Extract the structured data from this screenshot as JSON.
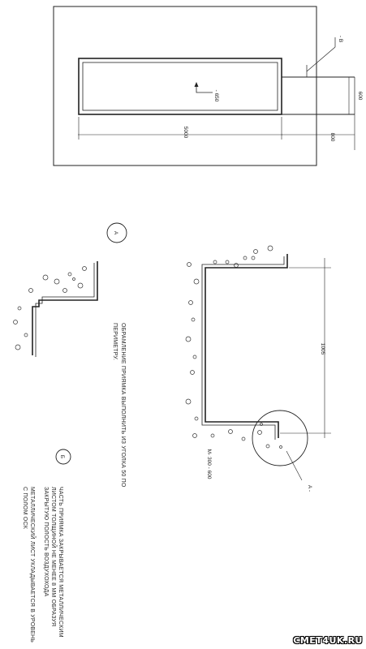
{
  "plan": {
    "dim_length": "5000",
    "dim_width": "600",
    "dim_offset": "800",
    "dim_depth": "- 650",
    "section_marker": "- В"
  },
  "section_a": {
    "marker": "А",
    "callout": "А -",
    "dim_height": "1005",
    "dim_width": "М- 300 - 600"
  },
  "notes": {
    "note_a_line1": "ОБРАМЛЕНИЕ ПРИЯМКА ВЫПОЛНИТЬ ИЗ УГОЛКА 50 ПО",
    "note_a_line2": "ПЕРИМЕТРУ.",
    "marker_b": "Б",
    "note_b_line1": "ЧАСТЬ ПРИЯМКА ЗАКРЫВАЕТСЯ МЕТАЛЛИЧЕСКИМ",
    "note_b_line2": "ЛИСТОМ ТОЛЩИНОЙ НЕ МЕНЕЕ 8 ММ ОБРАЗУЯ",
    "note_b_line3": "ЗАКРЫТУЮ ПОЛОСТЬ ВОЗДУХОХОДА",
    "note_b_line4": "МЕТАЛЛИЧЕСКИЙ ЛИСТ УКЛАДЫВАЕТСЯ В УРОВЕНЬ",
    "note_b_line5": "С ПОЛОМ ОСК"
  },
  "watermark": "СМЕТ4UK.RU"
}
